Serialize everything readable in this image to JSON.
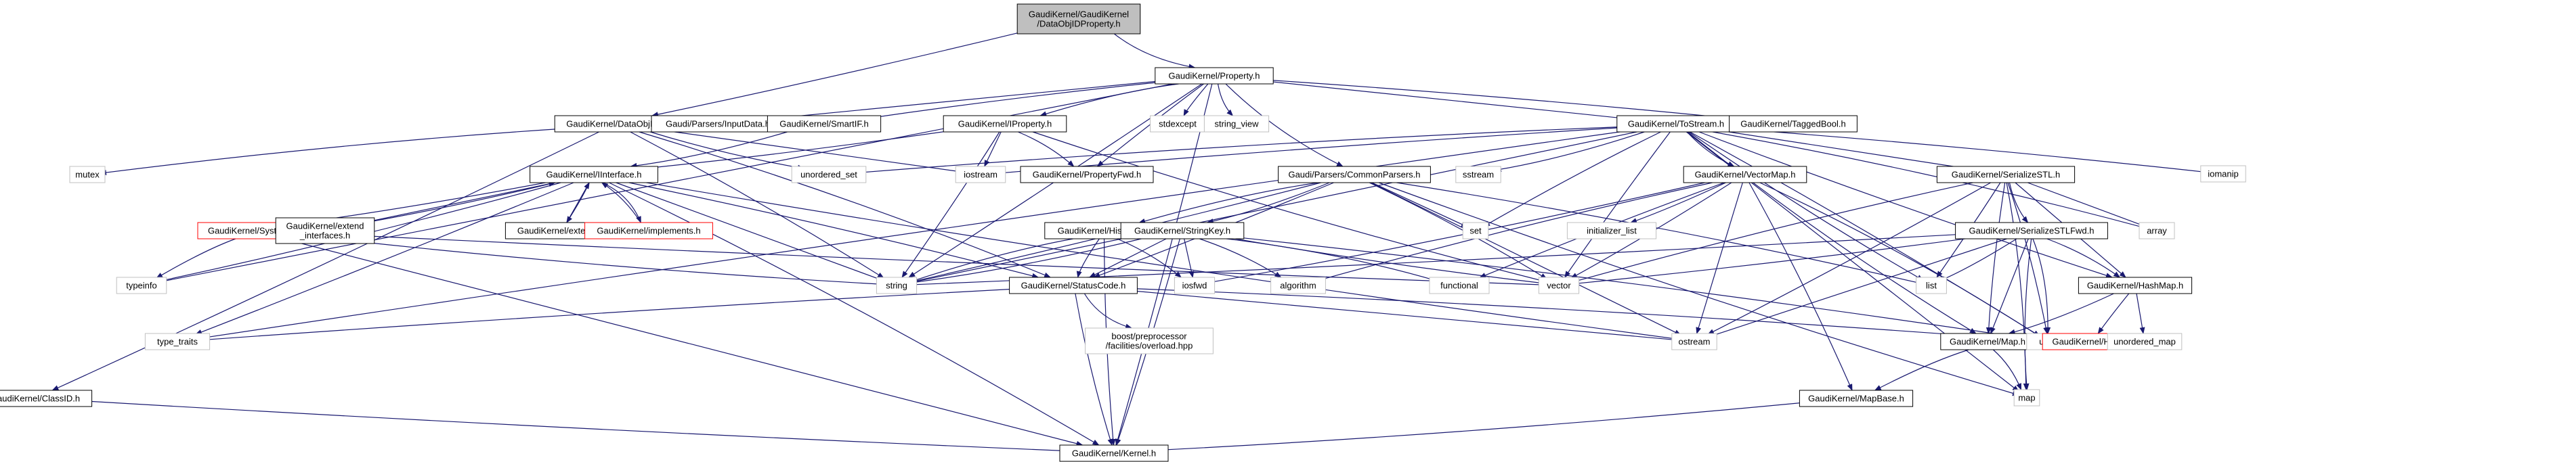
{
  "title": "GaudiKernel/GaudiKernel/DataObjIDProperty.h include dependency graph",
  "colors": {
    "edge": "#191970",
    "root_fill": "#bfbfbf",
    "documented_border": "#000000",
    "system_border": "#c0c0c0",
    "missing_border": "#ff0000"
  },
  "nodes": [
    {
      "id": "root",
      "label": [
        "GaudiKernel/GaudiKernel",
        "/DataObjIDProperty.h"
      ],
      "kind": "root"
    },
    {
      "id": "property",
      "label": [
        "GaudiKernel/Property.h"
      ],
      "kind": "documented"
    },
    {
      "id": "dataobjid",
      "label": [
        "GaudiKernel/DataObjID.h"
      ],
      "kind": "documented"
    },
    {
      "id": "inputdata",
      "label": [
        "Gaudi/Parsers/InputData.h"
      ],
      "kind": "documented"
    },
    {
      "id": "smartif",
      "label": [
        "GaudiKernel/SmartIF.h"
      ],
      "kind": "documented"
    },
    {
      "id": "iproperty",
      "label": [
        "GaudiKernel/IProperty.h"
      ],
      "kind": "documented"
    },
    {
      "id": "stdexcept",
      "label": [
        "stdexcept"
      ],
      "kind": "system"
    },
    {
      "id": "string_view",
      "label": [
        "string_view"
      ],
      "kind": "system"
    },
    {
      "id": "tostream",
      "label": [
        "GaudiKernel/ToStream.h"
      ],
      "kind": "documented"
    },
    {
      "id": "taggedbool",
      "label": [
        "GaudiKernel/TaggedBool.h"
      ],
      "kind": "documented"
    },
    {
      "id": "mutex",
      "label": [
        "mutex"
      ],
      "kind": "system"
    },
    {
      "id": "iinterface",
      "label": [
        "GaudiKernel/IInterface.h"
      ],
      "kind": "documented"
    },
    {
      "id": "unordered_set",
      "label": [
        "unordered_set"
      ],
      "kind": "system"
    },
    {
      "id": "iostream",
      "label": [
        "iostream"
      ],
      "kind": "system"
    },
    {
      "id": "propertyfwd",
      "label": [
        "GaudiKernel/PropertyFwd.h"
      ],
      "kind": "documented"
    },
    {
      "id": "commonparsers",
      "label": [
        "Gaudi/Parsers/CommonParsers.h"
      ],
      "kind": "documented"
    },
    {
      "id": "sstream",
      "label": [
        "sstream"
      ],
      "kind": "system"
    },
    {
      "id": "vectormap",
      "label": [
        "GaudiKernel/VectorMap.h"
      ],
      "kind": "documented"
    },
    {
      "id": "serializestl",
      "label": [
        "GaudiKernel/SerializeSTL.h"
      ],
      "kind": "documented"
    },
    {
      "id": "iomanip",
      "label": [
        "iomanip"
      ],
      "kind": "system"
    },
    {
      "id": "system",
      "label": [
        "GaudiKernel/System.h"
      ],
      "kind": "missing"
    },
    {
      "id": "extend_interfaces",
      "label": [
        "GaudiKernel/extend",
        "_interfaces.h"
      ],
      "kind": "documented"
    },
    {
      "id": "extends",
      "label": [
        "GaudiKernel/extends.h"
      ],
      "kind": "documented"
    },
    {
      "id": "implements",
      "label": [
        "GaudiKernel/implements.h"
      ],
      "kind": "missing"
    },
    {
      "id": "histodef",
      "label": [
        "GaudiKernel/HistoDef.h"
      ],
      "kind": "documented"
    },
    {
      "id": "stringkey",
      "label": [
        "GaudiKernel/StringKey.h"
      ],
      "kind": "documented"
    },
    {
      "id": "set",
      "label": [
        "set"
      ],
      "kind": "system"
    },
    {
      "id": "initializer_list",
      "label": [
        "initializer_list"
      ],
      "kind": "system"
    },
    {
      "id": "array",
      "label": [
        "array"
      ],
      "kind": "system"
    },
    {
      "id": "serializestlfwd",
      "label": [
        "GaudiKernel/SerializeSTLFwd.h"
      ],
      "kind": "documented"
    },
    {
      "id": "typeinfo",
      "label": [
        "typeinfo"
      ],
      "kind": "system"
    },
    {
      "id": "string",
      "label": [
        "string"
      ],
      "kind": "system"
    },
    {
      "id": "statuscode",
      "label": [
        "GaudiKernel/StatusCode.h"
      ],
      "kind": "documented"
    },
    {
      "id": "iosfwd",
      "label": [
        "iosfwd"
      ],
      "kind": "system"
    },
    {
      "id": "algorithm",
      "label": [
        "algorithm"
      ],
      "kind": "system"
    },
    {
      "id": "functional",
      "label": [
        "functional"
      ],
      "kind": "system"
    },
    {
      "id": "vector",
      "label": [
        "vector"
      ],
      "kind": "system"
    },
    {
      "id": "list",
      "label": [
        "list"
      ],
      "kind": "system"
    },
    {
      "id": "hashmap",
      "label": [
        "GaudiKernel/HashMap.h"
      ],
      "kind": "documented"
    },
    {
      "id": "type_traits",
      "label": [
        "type_traits"
      ],
      "kind": "system"
    },
    {
      "id": "boost_overload",
      "label": [
        "boost/preprocessor",
        "/facilities/overload.hpp"
      ],
      "kind": "system"
    },
    {
      "id": "ostream",
      "label": [
        "ostream"
      ],
      "kind": "system"
    },
    {
      "id": "map_h",
      "label": [
        "GaudiKernel/Map.h"
      ],
      "kind": "documented"
    },
    {
      "id": "utility",
      "label": [
        "utility"
      ],
      "kind": "system"
    },
    {
      "id": "hash",
      "label": [
        "GaudiKernel/Hash.h"
      ],
      "kind": "missing"
    },
    {
      "id": "unordered_map",
      "label": [
        "unordered_map"
      ],
      "kind": "system"
    },
    {
      "id": "classid",
      "label": [
        "GaudiKernel/ClassID.h"
      ],
      "kind": "documented"
    },
    {
      "id": "mapbase",
      "label": [
        "GaudiKernel/MapBase.h"
      ],
      "kind": "documented"
    },
    {
      "id": "map",
      "label": [
        "map"
      ],
      "kind": "system"
    },
    {
      "id": "kernel",
      "label": [
        "GaudiKernel/Kernel.h"
      ],
      "kind": "documented"
    }
  ],
  "edges": [
    [
      "root",
      "property"
    ],
    [
      "root",
      "dataobjid"
    ],
    [
      "property",
      "inputdata"
    ],
    [
      "property",
      "smartif"
    ],
    [
      "property",
      "iproperty"
    ],
    [
      "property",
      "stdexcept"
    ],
    [
      "property",
      "string_view"
    ],
    [
      "property",
      "tostream"
    ],
    [
      "property",
      "taggedbool"
    ],
    [
      "property",
      "propertyfwd"
    ],
    [
      "property",
      "commonparsers"
    ],
    [
      "property",
      "string"
    ],
    [
      "property",
      "typeinfo"
    ],
    [
      "property",
      "kernel"
    ],
    [
      "dataobjid",
      "mutex"
    ],
    [
      "dataobjid",
      "classid"
    ],
    [
      "dataobjid",
      "unordered_set"
    ],
    [
      "dataobjid",
      "iostream"
    ],
    [
      "dataobjid",
      "string"
    ],
    [
      "dataobjid",
      "statuscode"
    ],
    [
      "smartif",
      "iinterface"
    ],
    [
      "iproperty",
      "iinterface"
    ],
    [
      "iproperty",
      "iostream"
    ],
    [
      "iproperty",
      "propertyfwd"
    ],
    [
      "iproperty",
      "string"
    ],
    [
      "iproperty",
      "vector"
    ],
    [
      "iinterface",
      "system"
    ],
    [
      "iinterface",
      "extend_interfaces"
    ],
    [
      "iinterface",
      "extends"
    ],
    [
      "iinterface",
      "implements"
    ],
    [
      "iinterface",
      "typeinfo"
    ],
    [
      "iinterface",
      "type_traits"
    ],
    [
      "iinterface",
      "string"
    ],
    [
      "iinterface",
      "statuscode"
    ],
    [
      "iinterface",
      "kernel"
    ],
    [
      "iinterface",
      "ostream"
    ],
    [
      "extend_interfaces",
      "iinterface"
    ],
    [
      "extends",
      "iinterface"
    ],
    [
      "implements",
      "iinterface"
    ],
    [
      "system",
      "typeinfo"
    ],
    [
      "system",
      "string"
    ],
    [
      "system",
      "vector"
    ],
    [
      "system",
      "kernel"
    ],
    [
      "tostream",
      "iostream"
    ],
    [
      "tostream",
      "unordered_set"
    ],
    [
      "tostream",
      "sstream"
    ],
    [
      "tostream",
      "vectormap"
    ],
    [
      "tostream",
      "serializestl"
    ],
    [
      "tostream",
      "iomanip"
    ],
    [
      "tostream",
      "set"
    ],
    [
      "tostream",
      "vector"
    ],
    [
      "tostream",
      "list"
    ],
    [
      "tostream",
      "string"
    ],
    [
      "tostream",
      "type_traits"
    ],
    [
      "tostream",
      "array"
    ],
    [
      "tostream",
      "map_h"
    ],
    [
      "tostream",
      "hashmap"
    ],
    [
      "tostream",
      "map"
    ],
    [
      "tostream",
      "utility"
    ],
    [
      "commonparsers",
      "histodef"
    ],
    [
      "commonparsers",
      "stringkey"
    ],
    [
      "commonparsers",
      "statuscode"
    ],
    [
      "commonparsers",
      "set"
    ],
    [
      "commonparsers",
      "vector"
    ],
    [
      "commonparsers",
      "list"
    ],
    [
      "commonparsers",
      "map"
    ],
    [
      "commonparsers",
      "string"
    ],
    [
      "commonparsers",
      "ostream"
    ],
    [
      "vectormap",
      "functional"
    ],
    [
      "vectormap",
      "algorithm"
    ],
    [
      "vectormap",
      "vector"
    ],
    [
      "vectormap",
      "initializer_list"
    ],
    [
      "vectormap",
      "ostream"
    ],
    [
      "vectormap",
      "mapbase"
    ],
    [
      "vectormap",
      "utility"
    ],
    [
      "vectormap",
      "iosfwd"
    ],
    [
      "serializestl",
      "serializestlfwd"
    ],
    [
      "serializestl",
      "array"
    ],
    [
      "serializestl",
      "list"
    ],
    [
      "serializestl",
      "vector"
    ],
    [
      "serializestl",
      "ostream"
    ],
    [
      "serializestl",
      "map_h"
    ],
    [
      "serializestl",
      "hashmap"
    ],
    [
      "serializestl",
      "utility"
    ],
    [
      "serializestl",
      "map"
    ],
    [
      "serializestlfwd",
      "list"
    ],
    [
      "serializestlfwd",
      "vector"
    ],
    [
      "serializestlfwd",
      "map_h"
    ],
    [
      "serializestlfwd",
      "hashmap"
    ],
    [
      "serializestlfwd",
      "utility"
    ],
    [
      "serializestlfwd",
      "map"
    ],
    [
      "serializestlfwd",
      "string"
    ],
    [
      "serializestlfwd",
      "ostream"
    ],
    [
      "histodef",
      "iosfwd"
    ],
    [
      "histodef",
      "string"
    ],
    [
      "histodef",
      "statuscode"
    ],
    [
      "histodef",
      "kernel"
    ],
    [
      "stringkey",
      "iosfwd"
    ],
    [
      "stringkey",
      "algorithm"
    ],
    [
      "stringkey",
      "functional"
    ],
    [
      "stringkey",
      "string"
    ],
    [
      "stringkey",
      "vector"
    ],
    [
      "stringkey",
      "statuscode"
    ],
    [
      "stringkey",
      "kernel"
    ],
    [
      "stringkey",
      "utility"
    ],
    [
      "statuscode",
      "boost_overload"
    ],
    [
      "statuscode",
      "kernel"
    ],
    [
      "statuscode",
      "ostream"
    ],
    [
      "statuscode",
      "type_traits"
    ],
    [
      "statuscode",
      "utility"
    ],
    [
      "hashmap",
      "map_h"
    ],
    [
      "hashmap",
      "hash"
    ],
    [
      "hashmap",
      "unordered_map"
    ],
    [
      "map_h",
      "map"
    ],
    [
      "map_h",
      "mapbase"
    ],
    [
      "mapbase",
      "kernel"
    ],
    [
      "classid",
      "kernel"
    ]
  ]
}
